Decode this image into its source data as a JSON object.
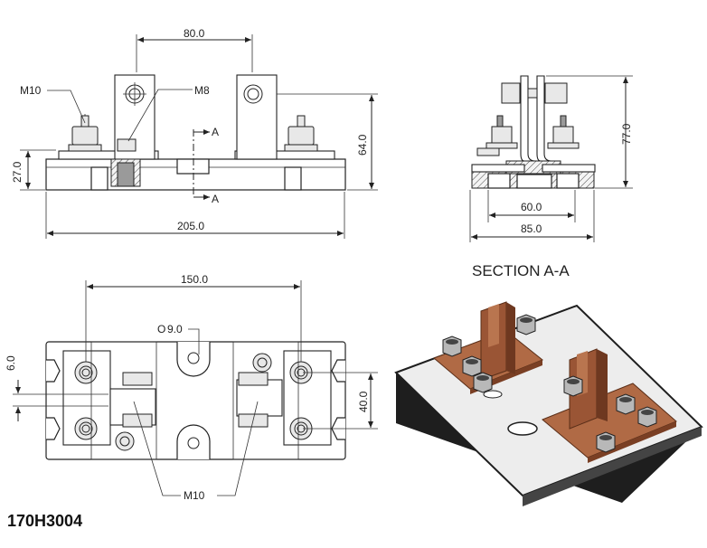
{
  "part_number": "170H3004",
  "section_title": "SECTION A-A",
  "dimensions": {
    "front_top_width": "80.0",
    "front_overall_width": "205.0",
    "front_height_27": "27.0",
    "front_height_64": "64.0",
    "section_height_77": "77.0",
    "section_width_60": "60.0",
    "section_width_85": "85.0",
    "top_width_150": "150.0",
    "top_hole_9": "9.0",
    "top_offset_6": "6.0",
    "top_spacing_40": "40.0"
  },
  "labels": {
    "m10_top": "M10",
    "m8": "M8",
    "section_marker_upper": "A",
    "section_marker_lower": "A",
    "m10_bottom": "M10"
  },
  "colors": {
    "copper": "#b06a45",
    "copper_dark": "#7a3f24",
    "base": "#ededed",
    "base_dark": "#1e1e1e"
  }
}
